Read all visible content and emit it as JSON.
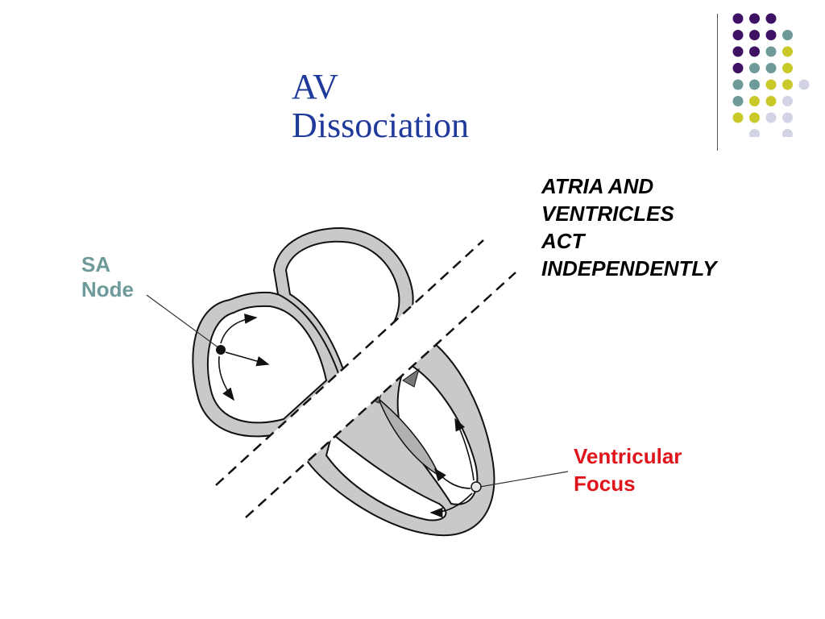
{
  "slide": {
    "title_line1": "AV",
    "title_line2": "Dissociation",
    "statement": [
      "ATRIA AND",
      "VENTRICLES",
      "ACT",
      "INDEPENDENTLY"
    ],
    "sa_label": [
      "SA",
      "Node"
    ],
    "vf_label": [
      "Ventricular",
      "Focus"
    ]
  },
  "colors": {
    "title": "#1f3a9a",
    "sa_label": "#6e9a9a",
    "vf_label": "#e0151b",
    "dot_purple": "#3f1164",
    "dot_teal": "#6e9a9a",
    "dot_yellow": "#c9c92a",
    "dot_lavender": "#d3d3e6"
  },
  "decor": {
    "dot_grid": [
      [
        "purple",
        "purple",
        "purple",
        null,
        null
      ],
      [
        "purple",
        "purple",
        "purple",
        "teal",
        null
      ],
      [
        "purple",
        "purple",
        "teal",
        "yellow",
        null
      ],
      [
        "purple",
        "teal",
        "teal",
        "yellow",
        null
      ],
      [
        "teal",
        "teal",
        "yellow",
        "yellow",
        "lavender"
      ],
      [
        "teal",
        "yellow",
        "yellow",
        "lavender",
        null
      ],
      [
        "yellow",
        "yellow",
        "lavender",
        "lavender",
        null
      ],
      [
        null,
        "lavender",
        null,
        "lavender",
        null
      ]
    ]
  }
}
